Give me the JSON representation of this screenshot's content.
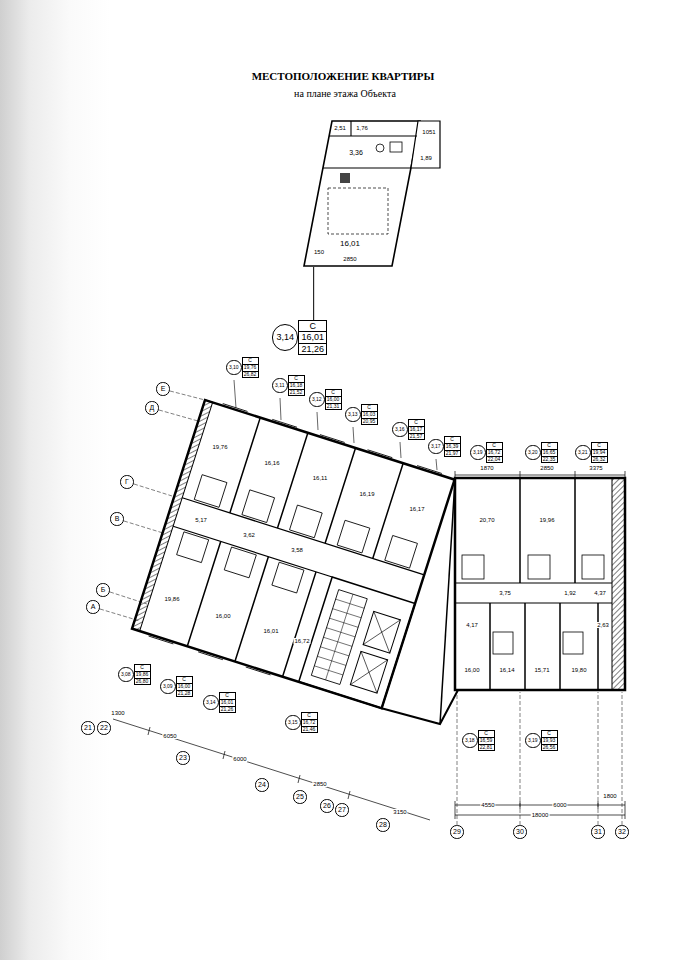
{
  "diagram": {
    "title": "МЕСТОПОЛОЖЕНИЕ КВАРТИРЫ",
    "nodes": [
      {
        "text": [
          "2,51",
          "1,76",
          "1051",
          "3,36",
          "1,89",
          "16,01",
          "150",
          "2850"
        ]
      },
      {
        "text": [
          "3,14",
          "С",
          "16,01",
          "21,26"
        ]
      },
      {
        "text": [
          "3,10",
          "С",
          "19,76",
          "26,82"
        ]
      },
      {
        "text": [
          "3,11",
          "С",
          "16,18",
          "21,52"
        ]
      },
      {
        "text": [
          "3,12",
          "С",
          "16,00",
          "21,31"
        ]
      },
      {
        "text": [
          "3,13",
          "С",
          "16,03",
          "20,95"
        ]
      },
      {
        "text": [
          "3,16",
          "С",
          "16,17",
          "21,57"
        ]
      },
      {
        "text": [
          "3,17",
          "С",
          "16,39",
          "21,97"
        ]
      },
      {
        "text": [
          "3,19",
          "С",
          "16,72",
          "22,04"
        ]
      },
      {
        "text": [
          "3,20",
          "С",
          "16,65",
          "22,35"
        ]
      },
      {
        "text": [
          "3,21",
          "С",
          "19,94",
          "26,32"
        ]
      },
      {
        "text": [
          "3,08",
          "С",
          "19,86",
          "26,80"
        ]
      },
      {
        "text": [
          "3,09",
          "С",
          "16,00",
          "21,28"
        ]
      },
      {
        "text": [
          "3,14",
          "С",
          "16,01",
          "21,26"
        ]
      },
      {
        "text": [
          "3,15",
          "С",
          "16,72",
          "21,46"
        ]
      },
      {
        "text": [
          "3,18",
          "С",
          "16,59",
          "22,81"
        ]
      },
      {
        "text": [
          "3,19",
          "С",
          "19,93",
          "26,56"
        ]
      },
      {
        "text": [
          "Е"
        ]
      },
      {
        "text": [
          "Д"
        ]
      },
      {
        "text": [
          "Г"
        ]
      },
      {
        "text": [
          "В"
        ]
      },
      {
        "text": [
          "Б"
        ]
      },
      {
        "text": [
          "А"
        ]
      },
      {
        "text": [
          "21"
        ]
      },
      {
        "text": [
          "22"
        ]
      },
      {
        "text": [
          "23"
        ]
      },
      {
        "text": [
          "24"
        ]
      },
      {
        "text": [
          "25"
        ]
      },
      {
        "text": [
          "26"
        ]
      },
      {
        "text": [
          "27"
        ]
      },
      {
        "text": [
          "28"
        ]
      },
      {
        "text": [
          "29"
        ]
      },
      {
        "text": [
          "30"
        ]
      },
      {
        "text": [
          "31"
        ]
      },
      {
        "text": [
          "32"
        ]
      }
    ],
    "edges": [
      {
        "from": 0,
        "to": 1,
        "arrow": "none"
      }
    ],
    "labels": [
      "на плане этажа Объекта",
      "19,76",
      "16,16",
      "16,11",
      "16,19",
      "16,17",
      "5,17",
      "3,62",
      "3,58",
      "19,86",
      "16,00",
      "16,01",
      "16,72",
      "20,70",
      "19,96",
      "3,75",
      "1,92",
      "4,37",
      "4,17",
      "2,63",
      "16,00",
      "16,14",
      "15,71",
      "19,80",
      "1870",
      "2850",
      "3375",
      "1300",
      "6050",
      "6000",
      "2850",
      "3150",
      "4550",
      "6000",
      "1800",
      "18000"
    ]
  }
}
